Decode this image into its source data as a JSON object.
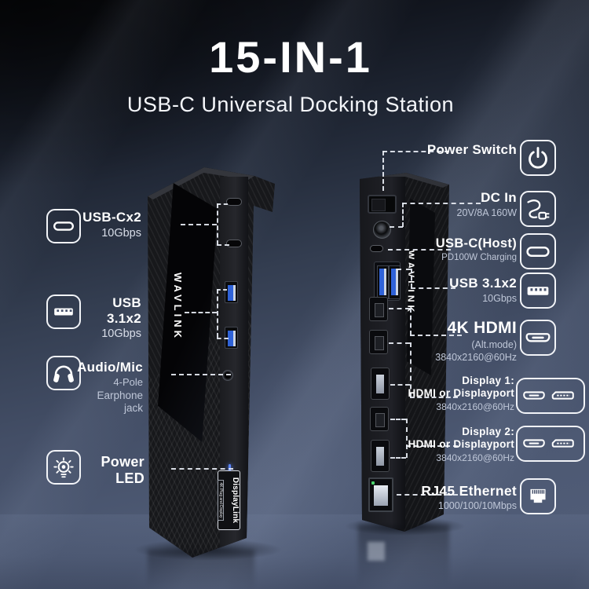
{
  "header": {
    "title": "15-IN-1",
    "subtitle": "USB-C Universal Docking Station"
  },
  "brand": {
    "logo": "WAVLINK"
  },
  "badge": {
    "line1": "DisplayLink",
    "line2": "4K Plug and Display"
  },
  "left_callouts": [
    {
      "label": "USB-Cx2",
      "sub1": "10Gbps",
      "icon": "usb-c-port-icon"
    },
    {
      "label": "USB 3.1x2",
      "sub1": "10Gbps",
      "icon": "usb-a-port-icon"
    },
    {
      "label": "Audio/Mic",
      "sub1": "4-Pole",
      "sub2": "Earphone jack",
      "icon": "headphones-icon"
    },
    {
      "label": "Power LED",
      "icon": "lightbulb-icon"
    }
  ],
  "right_callouts": [
    {
      "label": "Power Switch",
      "icon": "power-icon"
    },
    {
      "label": "DC In",
      "sub1": "20V/8A 160W",
      "icon": "dc-plug-icon"
    },
    {
      "label": "USB-C(Host)",
      "sub1": "PD100W Charging",
      "icon": "usb-c-port-icon"
    },
    {
      "label": "USB 3.1x2",
      "sub1": "10Gbps",
      "icon": "usb-a-port-icon"
    },
    {
      "label": "4K HDMI",
      "sub1": "(Alt.mode)",
      "sub2": "3840x2160@60Hz",
      "icon": "hdmi-icon"
    },
    {
      "label": "Display 1:",
      "label2": "HDMI or Displayport",
      "sub1": "3840x2160@60Hz",
      "icon": "hdmi-displayport-icon"
    },
    {
      "label": "Display 2:",
      "label2": "HDMI or Displayport",
      "sub1": "3840x2160@60Hz",
      "icon": "hdmi-displayport-icon"
    },
    {
      "label": "RJ45 Ethernet",
      "sub1": "1000/100/10Mbps",
      "icon": "ethernet-icon"
    }
  ],
  "colors": {
    "usb_port_blue": "#2f62d8",
    "power_led_blue": "#5b86ff",
    "label_text": "#ffffff",
    "sub_text": "#bfc7d8",
    "callout_line": "#e7ebf3"
  }
}
